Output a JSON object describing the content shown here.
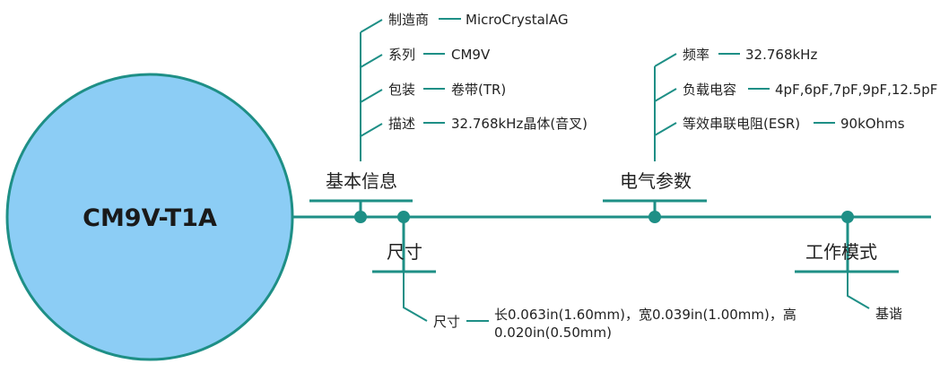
{
  "center": {
    "label": "CM9V-T1A"
  },
  "colors": {
    "accent": "#1e8f86",
    "circle_fill": "#8ccdf5",
    "circle_stroke": "#1e8f86"
  },
  "basic_info": {
    "title": "基本信息",
    "items": [
      {
        "key": "制造商",
        "value": "MicroCrystalAG"
      },
      {
        "key": "系列",
        "value": "CM9V"
      },
      {
        "key": "包装",
        "value": "卷带(TR)"
      },
      {
        "key": "描述",
        "value": "32.768kHz晶体(音叉)"
      }
    ]
  },
  "electrical": {
    "title": "电气参数",
    "items": [
      {
        "key": "频率",
        "value": "32.768kHz"
      },
      {
        "key": "负载电容",
        "value": "4pF,6pF,7pF,9pF,12.5pF"
      },
      {
        "key": "等效串联电阻(ESR)",
        "value": "90kOhms"
      }
    ]
  },
  "size": {
    "title": "尺寸",
    "key": "尺寸",
    "value_line1": "长0.063in(1.60mm)，宽0.039in(1.00mm)，高",
    "value_line2": "0.020in(0.50mm)"
  },
  "mode": {
    "title": "工作模式",
    "key": "基谐"
  }
}
